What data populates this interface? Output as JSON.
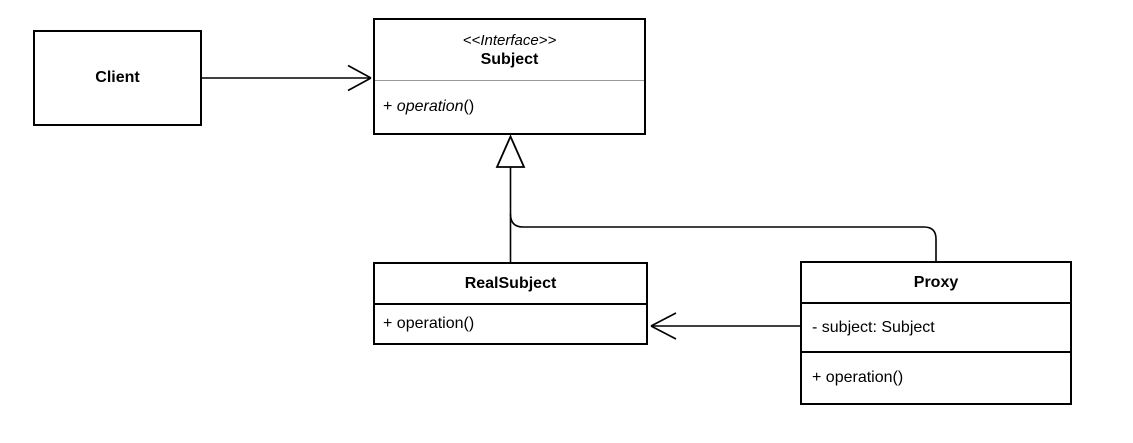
{
  "classes": {
    "client": {
      "title": "Client"
    },
    "subject": {
      "stereotype": "<<Interface>>",
      "title": "Subject",
      "method_prefix": "+ ",
      "method_name": "operation",
      "method_suffix": "()"
    },
    "real_subject": {
      "title": "RealSubject",
      "method": "+ operation()"
    },
    "proxy": {
      "title": "Proxy",
      "attribute": "- subject: Subject",
      "method": "+ operation()"
    }
  },
  "relationships": [
    {
      "from": "Client",
      "to": "Subject",
      "type": "directed-association",
      "arrowhead": "open"
    },
    {
      "from": "RealSubject",
      "to": "Subject",
      "type": "realization",
      "arrowhead": "hollow-triangle"
    },
    {
      "from": "Proxy",
      "to": "Subject",
      "type": "realization",
      "arrowhead": "hollow-triangle-shared"
    },
    {
      "from": "Proxy",
      "to": "RealSubject",
      "type": "directed-association",
      "arrowhead": "open"
    }
  ],
  "colors": {
    "background": "#ffffff",
    "box_fill": "#ffffff",
    "border": "#000000",
    "line": "#000000",
    "subject_divider": "#999999"
  }
}
